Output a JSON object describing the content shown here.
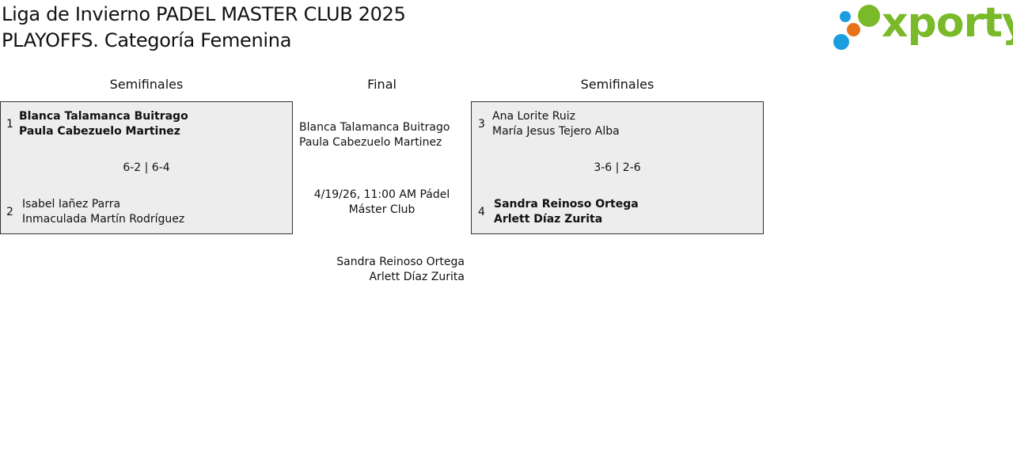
{
  "header": {
    "title_line1": "Liga de Invierno PADEL MASTER CLUB 2025",
    "title_line2": "PLAYOFFS. Categoría Femenina"
  },
  "logo": {
    "text": "xporty",
    "colors": {
      "green": "#7ab929",
      "blue": "#1a9ee0",
      "orange": "#e8731a"
    }
  },
  "columns": {
    "left_heading": "Semifinales",
    "center_heading": "Final",
    "right_heading": "Semifinales"
  },
  "semifinal_left": {
    "team1": {
      "seed": "1",
      "player1": "Blanca Talamanca Buitrago",
      "player2": "Paula Cabezuelo Martinez",
      "winner": true
    },
    "score": "6-2 | 6-4",
    "team2": {
      "seed": "2",
      "player1": "Isabel Iañez Parra",
      "player2": "Inmaculada Martín Rodríguez",
      "winner": false
    }
  },
  "semifinal_right": {
    "team1": {
      "seed": "3",
      "player1": "Ana Lorite Ruiz",
      "player2": "María Jesus Tejero Alba",
      "winner": false
    },
    "score": "3-6 | 2-6",
    "team2": {
      "seed": "4",
      "player1": "Sandra Reinoso Ortega",
      "player2": "Arlett Díaz Zurita",
      "winner": true
    }
  },
  "final": {
    "top_team": {
      "player1": "Blanca Talamanca Buitrago",
      "player2": "Paula Cabezuelo Martinez"
    },
    "schedule_line1": "4/19/26, 11:00 AM Pádel",
    "schedule_line2": "Máster Club",
    "bottom_team": {
      "player1": "Sandra Reinoso Ortega",
      "player2": "Arlett Díaz Zurita"
    }
  },
  "theme": {
    "box_background": "#ededed",
    "box_border": "#333333",
    "text": "#111111"
  }
}
